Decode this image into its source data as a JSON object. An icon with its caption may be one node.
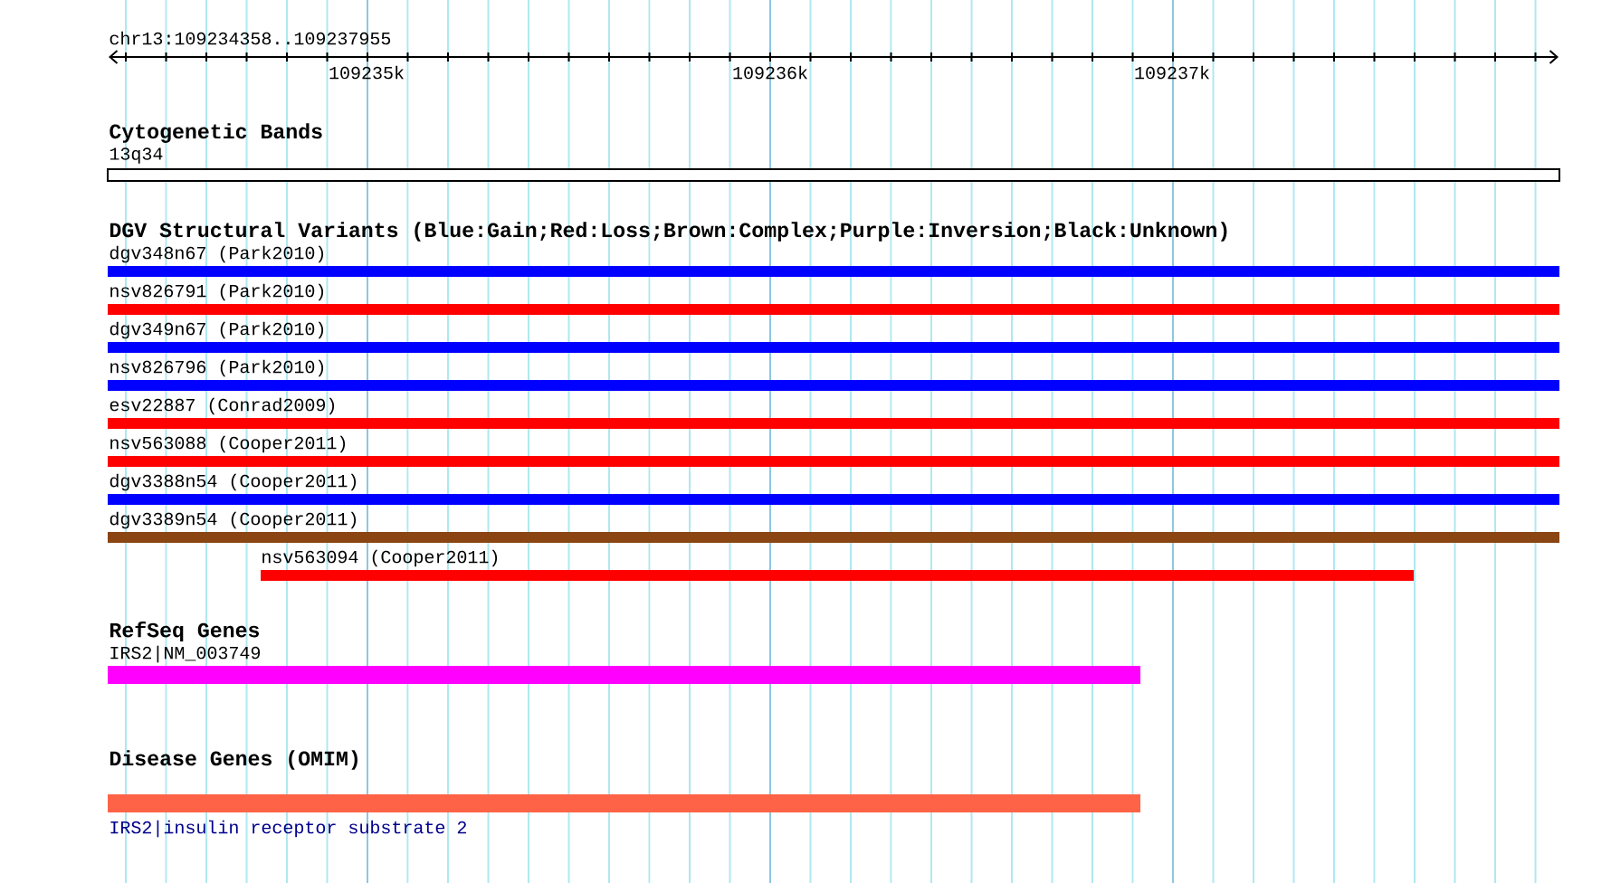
{
  "diagram": {
    "nodes": [
      {
        "text": [
          "13q34"
        ]
      },
      {
        "text": [
          "dgv348n67 (Park2010)"
        ]
      },
      {
        "text": [
          "nsv826791 (Park2010)"
        ]
      },
      {
        "text": [
          "dgv349n67 (Park2010)"
        ]
      },
      {
        "text": [
          "nsv826796 (Park2010)"
        ]
      },
      {
        "text": [
          "esv22887 (Conrad2009)"
        ]
      },
      {
        "text": [
          "nsv563088 (Cooper2011)"
        ]
      },
      {
        "text": [
          "dgv3388n54 (Cooper2011)"
        ]
      },
      {
        "text": [
          "dgv3389n54 (Cooper2011)"
        ]
      },
      {
        "text": [
          "nsv563094 (Cooper2011)"
        ]
      },
      {
        "text": [
          "IRS2|NM_003749"
        ]
      },
      {
        "text": [
          "IRS2|insulin receptor substrate 2"
        ]
      }
    ],
    "labels": [
      "chr13:109234358..109237955",
      "109235k",
      "109236k",
      "109237k",
      "Cytogenetic Bands",
      "DGV Structural Variants (Blue:Gain;Red:Loss;Brown:Complex;Purple:Inversion;Black:Unknown)",
      "RefSeq Genes",
      "Disease Genes (OMIM)"
    ]
  }
}
